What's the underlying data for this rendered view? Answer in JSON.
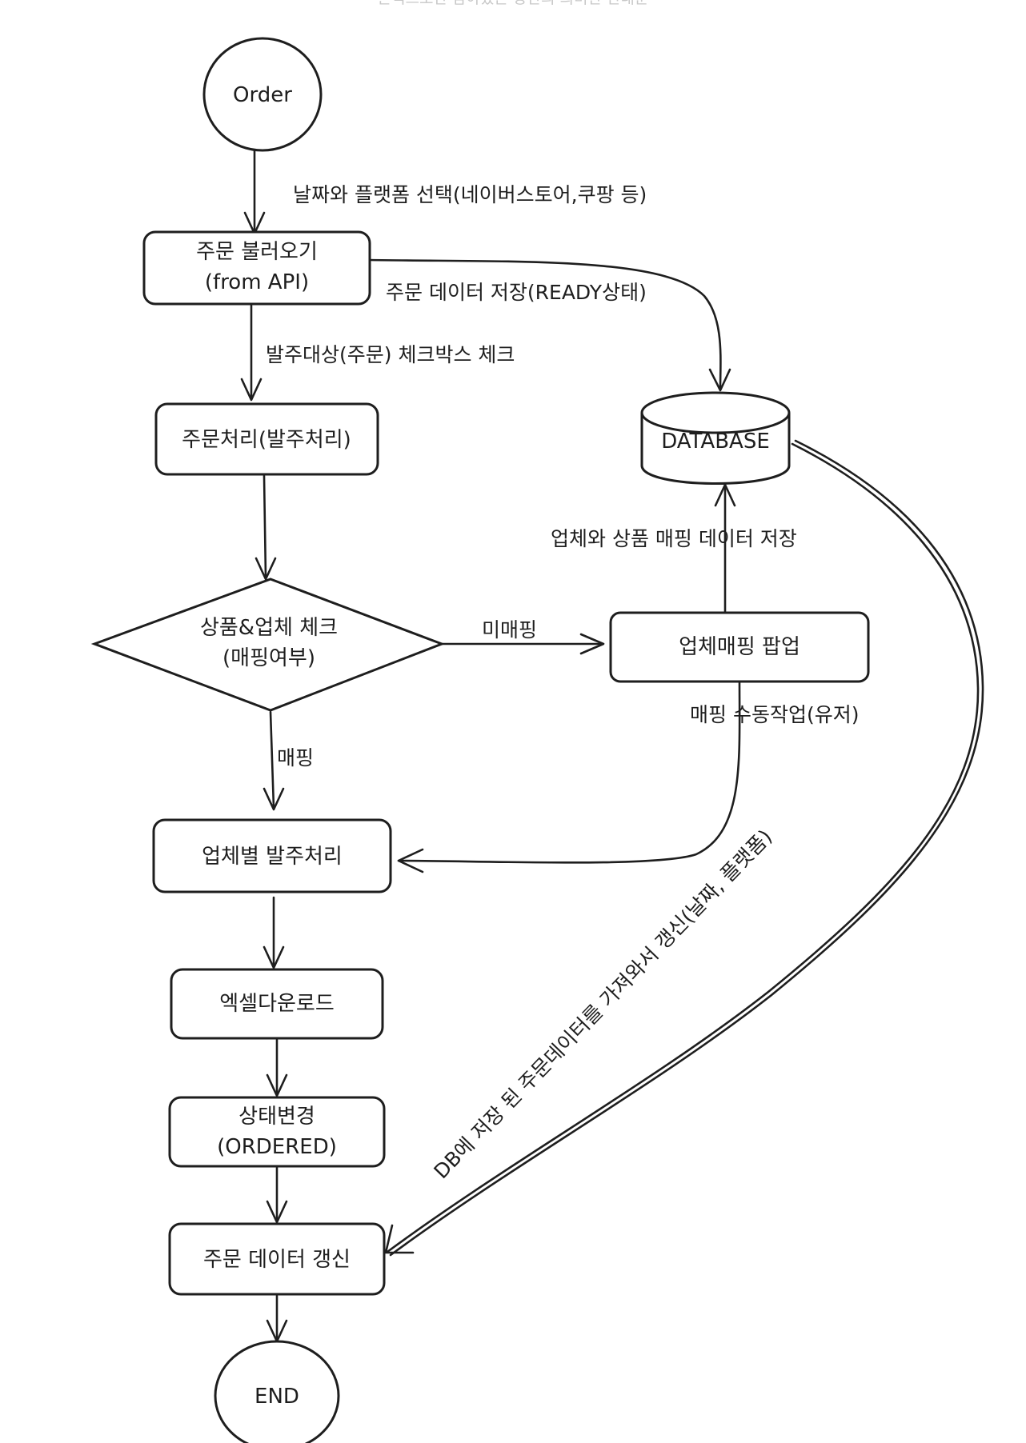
{
  "top_note": "흔적으로만 남아있는 상단의 희미한 안내문",
  "nodes": {
    "start": "Order",
    "load_orders": [
      "주문 불러오기",
      "(from API)"
    ],
    "process_orders": "주문처리(발주처리)",
    "check_mapping": [
      "상품&업체 체크",
      "(매핑여부)"
    ],
    "mapping_popup": "업체매핑 팝업",
    "database": "DATABASE",
    "vendor_order": "업체별 발주처리",
    "excel_download": "엑셀다운로드",
    "status_change": [
      "상태변경",
      "(ORDERED)"
    ],
    "update_orders": "주문 데이터 갱신",
    "end": "END"
  },
  "edges": {
    "select_date_platform": "날짜와 플랫폼 선택(네이버스토어,쿠팡 등)",
    "save_order_data": "주문 데이터 저장(READY상태)",
    "check_target": "발주대상(주문) 체크박스 체크",
    "not_mapped": "미매핑",
    "mapped": "매핑",
    "save_mapping": "업체와 상품 매핑 데이터 저장",
    "manual_mapping": "매핑 수동작업(유저)",
    "fetch_and_update": "DB에 저장 된 주문데이터를 가져와서 갱신(날짜, 플랫폼)"
  }
}
